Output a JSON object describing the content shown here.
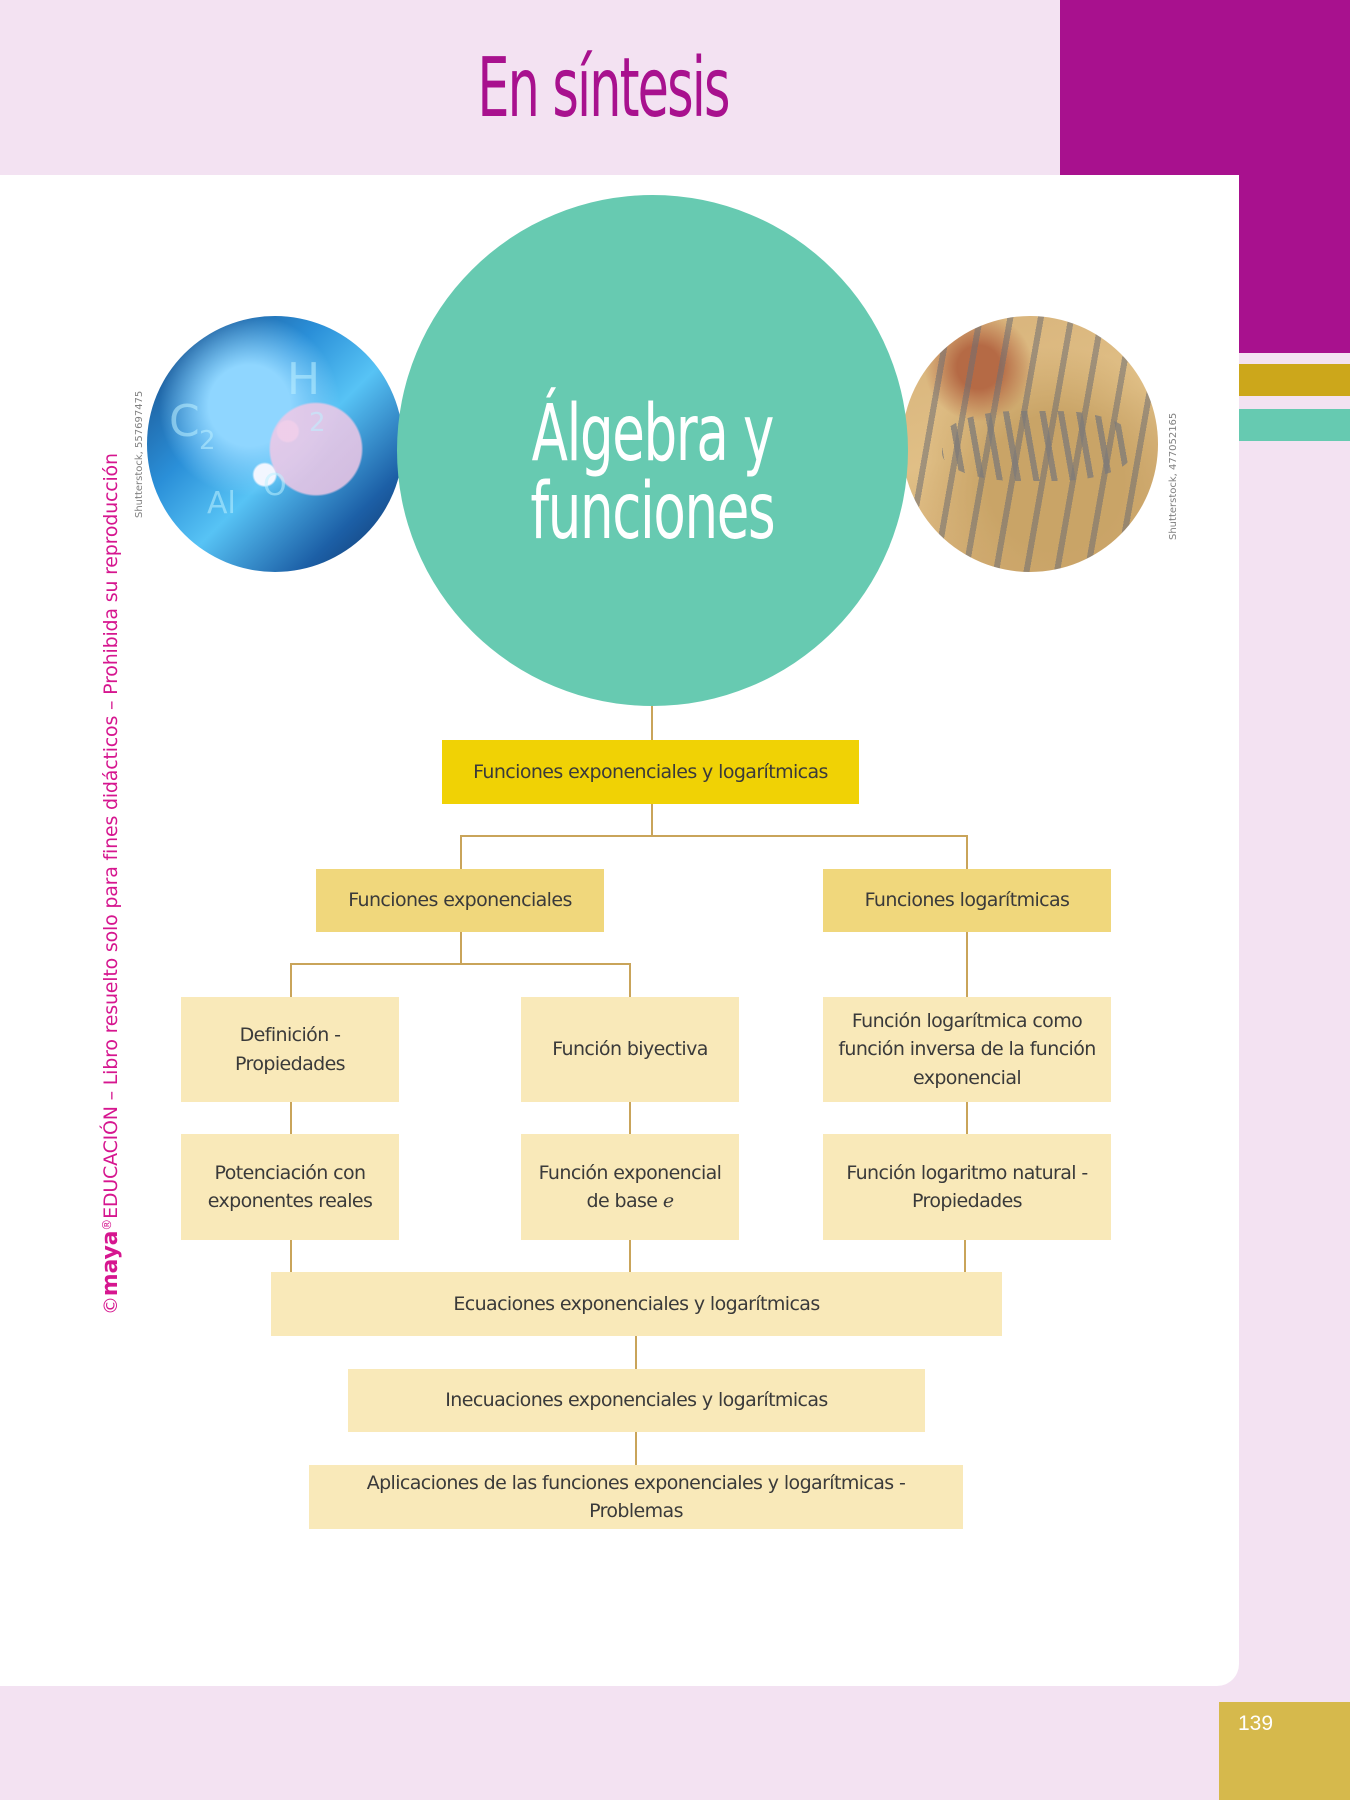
{
  "page": {
    "title": "En síntesis",
    "page_number": "139",
    "side_credit": {
      "copyright": "©",
      "brand": "maya",
      "registered": "®",
      "text": "EDUCACIÓN – Libro resuelto solo para fines didácticos – Prohibida su reproducción"
    },
    "colors": {
      "magenta": "#a8118e",
      "teal": "#67cab1",
      "gold": "#cca71b",
      "root_node": "#f0d205",
      "level1_node": "#f0d77c",
      "level2_node": "#f9e9b9",
      "connector": "#c9a45a",
      "background": "#f3e2f2"
    }
  },
  "photos": {
    "left": {
      "subject": "laboratory petri dish with chemical symbols",
      "credit": "Shutterstock, 557697475",
      "glyphs": [
        "C",
        "2",
        "H",
        "2",
        "Al",
        "O"
      ]
    },
    "right": {
      "subject": "fossil skeleton in sand",
      "credit": "Shutterstock, 477052165"
    }
  },
  "diagram": {
    "hub": "Álgebra y funciones",
    "root": "Funciones exponenciales y logarítmicas",
    "branches": {
      "exponential": "Funciones exponenciales",
      "logarithmic": "Funciones logarítmicas"
    },
    "leaves": {
      "definition": "Definición - Propiedades",
      "bijective": "Función biyectiva",
      "inverse": "Función logarítmica como función inversa de la función exponencial",
      "powers": "Potenciación con exponentes reales",
      "base_e_prefix": "Función exponencial de base ",
      "base_e_var": "e",
      "natural_log": "Función logaritmo natural - Propiedades"
    },
    "sequence": [
      "Ecuaciones exponenciales y logarítmicas",
      "Inecuaciones exponenciales y logarítmicas",
      "Aplicaciones de las funciones exponenciales y logarítmicas - Problemas"
    ]
  }
}
